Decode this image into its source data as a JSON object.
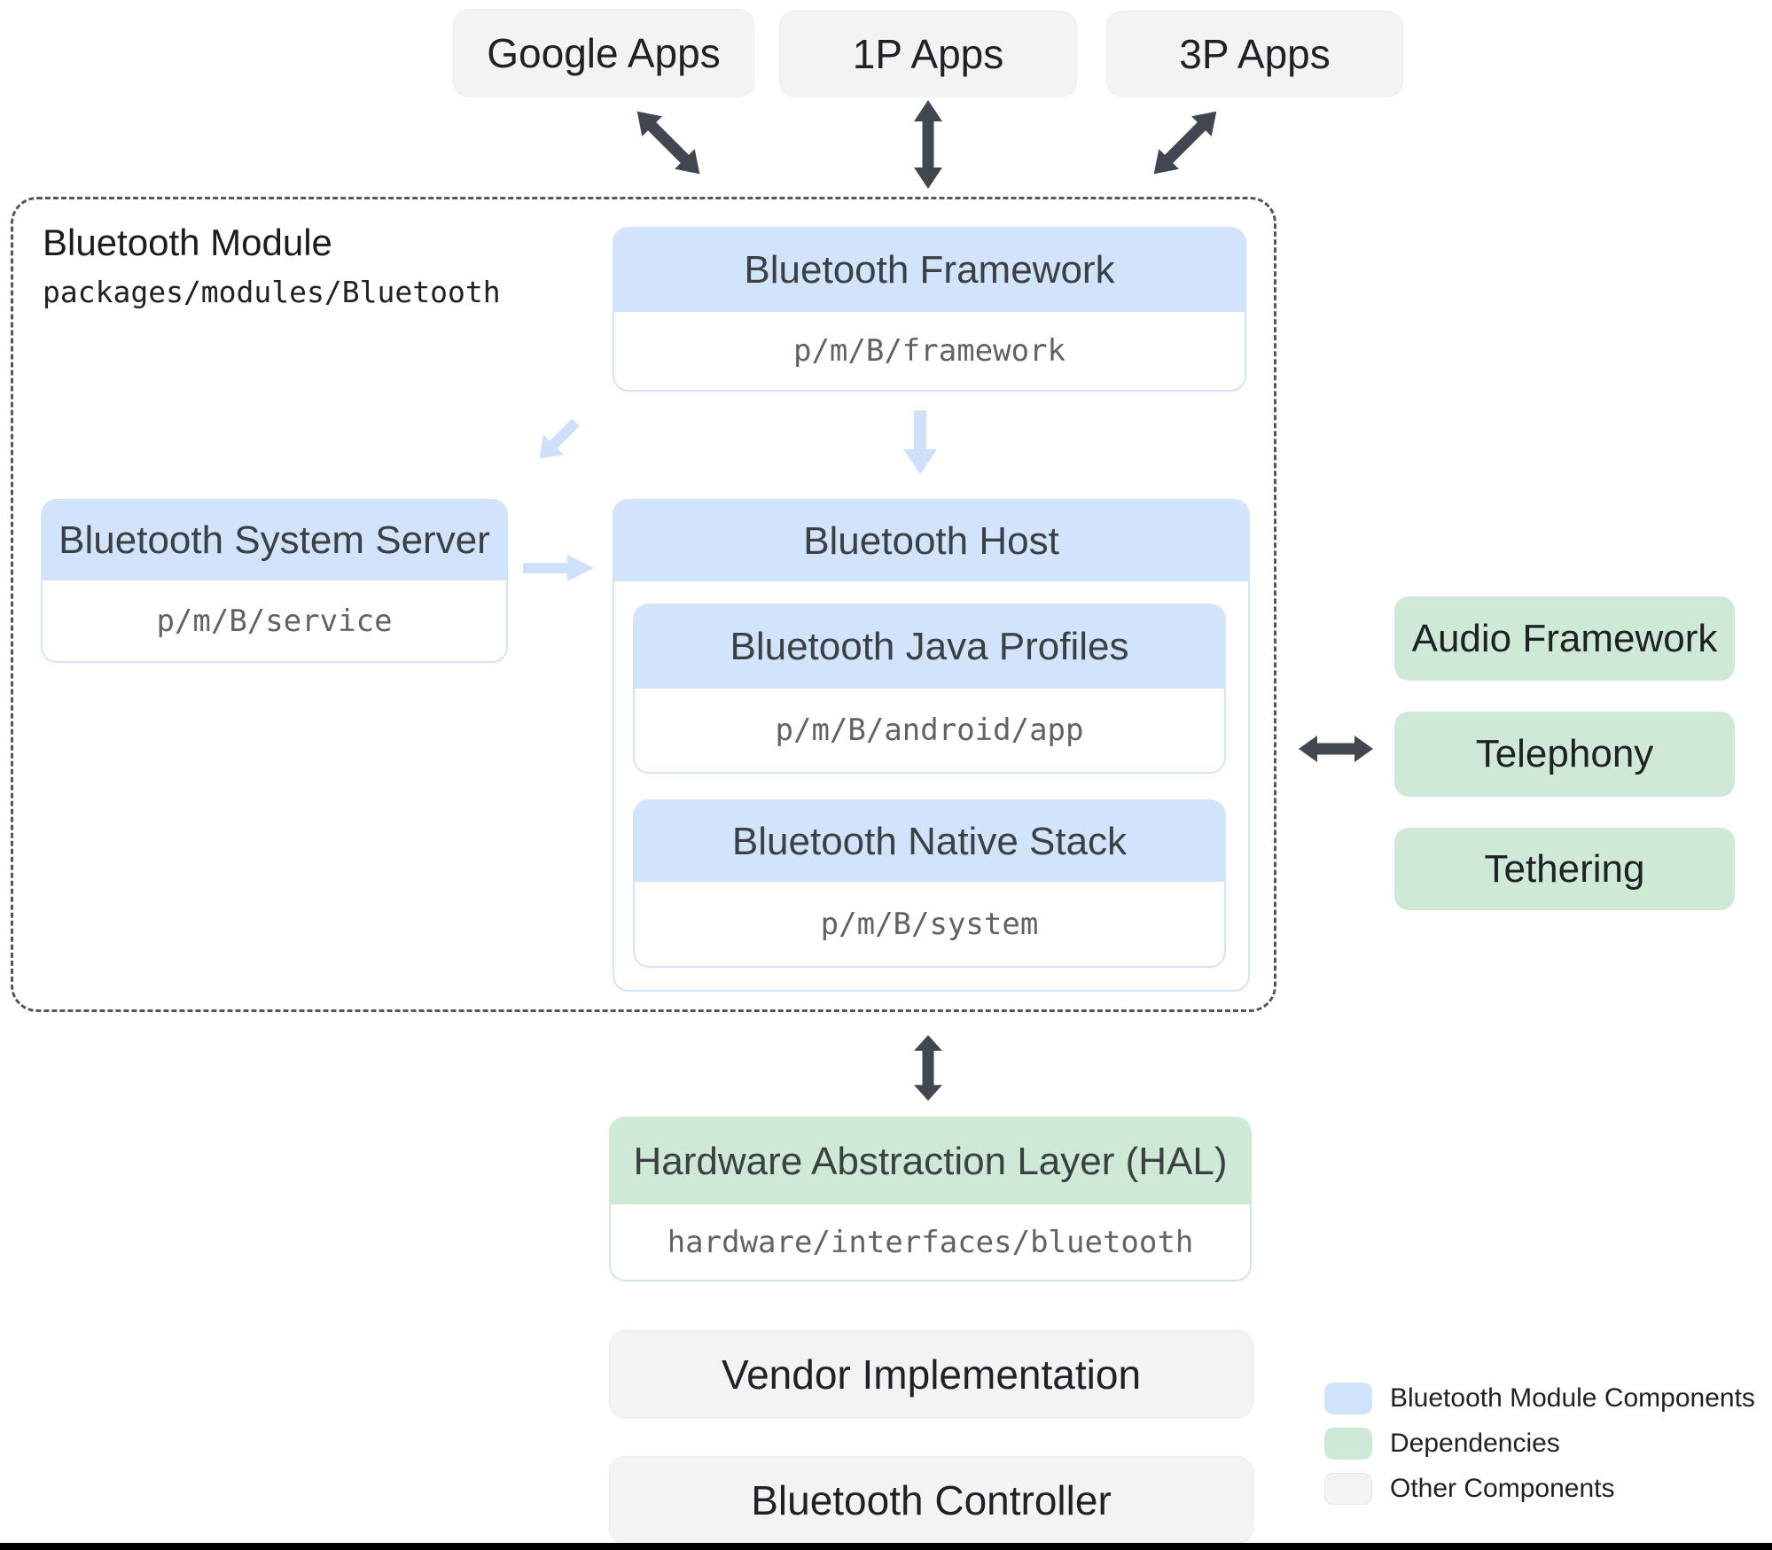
{
  "top_apps": [
    {
      "label": "Google Apps"
    },
    {
      "label": "1P Apps"
    },
    {
      "label": "3P Apps"
    }
  ],
  "module": {
    "title": "Bluetooth Module",
    "path": "packages/modules/Bluetooth",
    "framework": {
      "label": "Bluetooth Framework",
      "path": "p/m/B/framework"
    },
    "system_server": {
      "label": "Bluetooth System Server",
      "path": "p/m/B/service"
    },
    "host": {
      "label": "Bluetooth Host",
      "java_profiles": {
        "label": "Bluetooth Java Profiles",
        "path": "p/m/B/android/app"
      },
      "native_stack": {
        "label": "Bluetooth Native Stack",
        "path": "p/m/B/system"
      }
    }
  },
  "dependencies": [
    {
      "label": "Audio Framework"
    },
    {
      "label": "Telephony"
    },
    {
      "label": "Tethering"
    }
  ],
  "hal": {
    "label": "Hardware Abstraction Layer (HAL)",
    "path": "hardware/interfaces/bluetooth"
  },
  "other_components": [
    {
      "label": "Vendor Implementation"
    },
    {
      "label": "Bluetooth Controller"
    }
  ],
  "legend": {
    "items": [
      {
        "swatch": "blue",
        "label": "Bluetooth Module Components"
      },
      {
        "swatch": "green",
        "label": "Dependencies"
      },
      {
        "swatch": "gray",
        "label": "Other Components"
      }
    ]
  },
  "colors": {
    "module_component_fill": "#d2e3fc",
    "dependency_fill": "#ceead6",
    "other_fill": "#f1f3f4",
    "light_arrow": "#cfe0fb",
    "dark_arrow": "#414750"
  }
}
